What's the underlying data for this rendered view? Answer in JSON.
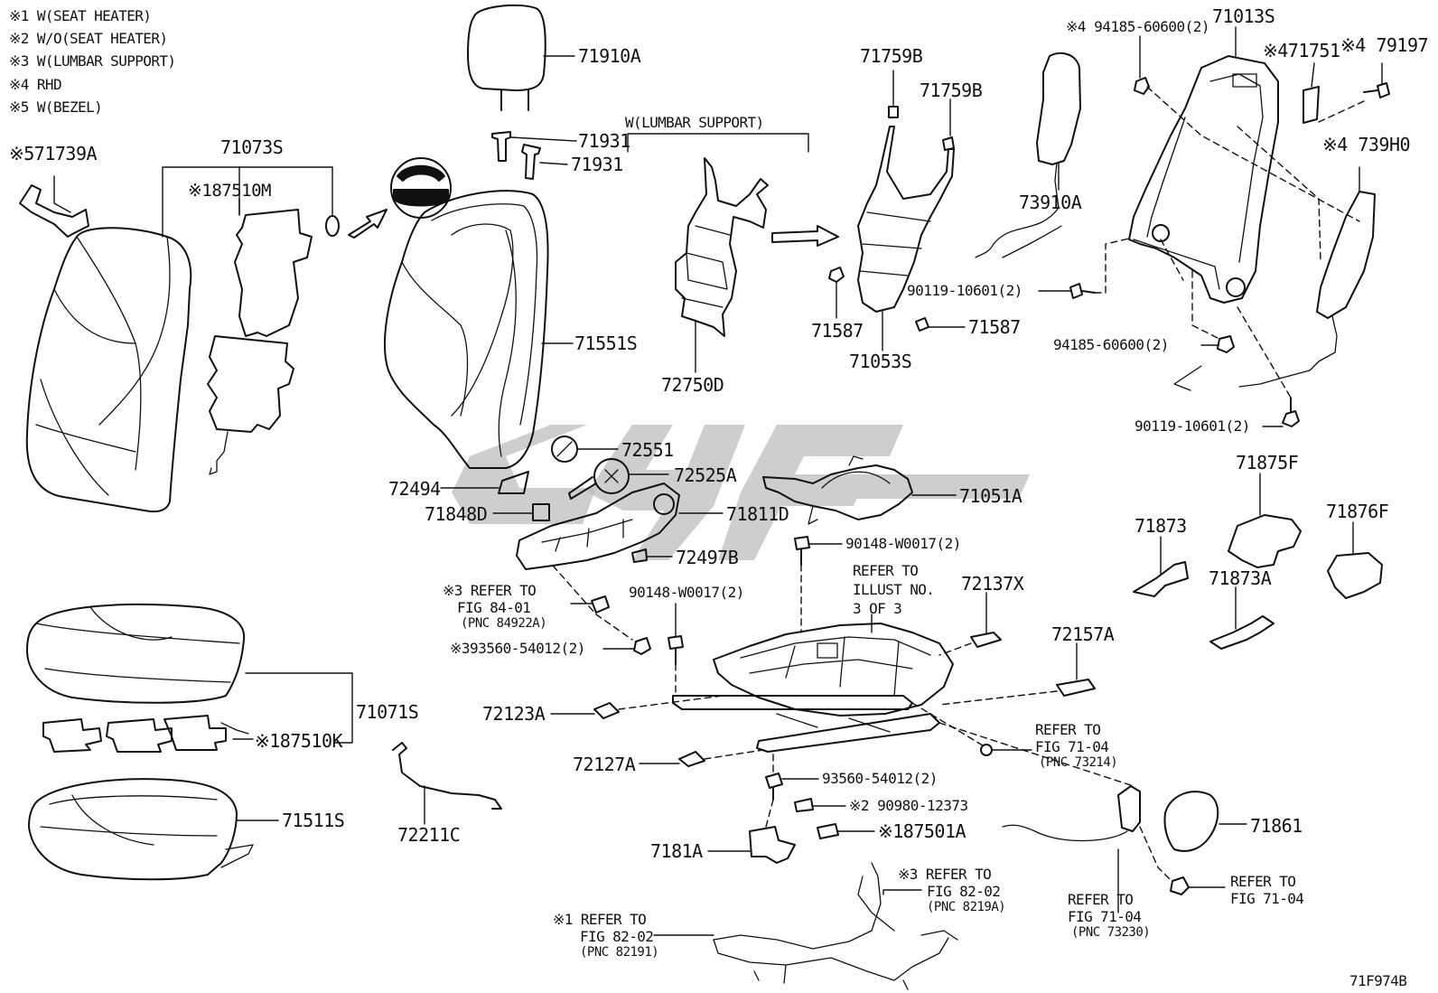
{
  "legend": [
    "※1 W(SEAT HEATER)",
    "※2 W/O(SEAT HEATER)",
    "※3 W(LUMBAR SUPPORT)",
    "※4 RHD",
    "※5 W(BEZEL)"
  ],
  "group_label": "W(LUMBAR SUPPORT)",
  "refer_illust": [
    "REFER TO",
    "ILLUST NO.",
    "3 OF 3"
  ],
  "parts": {
    "p71739A": "※571739A",
    "p71073S": "71073S",
    "p87510M": "※187510M",
    "p71910A": "71910A",
    "p71931a": "71931",
    "p71931b": "71931",
    "p71551S": "71551S",
    "p72750D": "72750D",
    "p71759Ba": "71759B",
    "p71759Bb": "71759B",
    "p71587a": "71587",
    "p71587b": "71587",
    "p90119a": "90119-10601(2)",
    "p71053S": "71053S",
    "p94185a": "※4 94185-60600(2)",
    "p71013S": "71013S",
    "p71751": "※471751",
    "p79197": "※4 79197",
    "p739H0": "※4 739H0",
    "p73910A": "73910A",
    "p94185b": "94185-60600(2)",
    "p90119b": "90119-10601(2)",
    "p72551": "72551",
    "p72525A": "72525A",
    "p72494": "72494",
    "p71848D": "71848D",
    "p71811D": "71811D",
    "p72497B": "72497B",
    "p71051A": "71051A",
    "p90148a": "90148-W0017(2)",
    "p90148b": "90148-W0017(2)",
    "p71875F": "71875F",
    "p71873": "71873",
    "p71876F": "71876F",
    "p71873A": "71873A",
    "p72137X": "72137X",
    "p72157A": "72157A",
    "p93560a": "※393560-54012(2)",
    "p71071S": "71071S",
    "p87510K": "※187510K",
    "p72123A": "72123A",
    "p72127A": "72127A",
    "p71511S": "71511S",
    "p72211C": "72211C",
    "p93560b": "93560-54012(2)",
    "p90980": "※2 90980-12373",
    "p87501A": "※187501A",
    "p7181A": "7181A",
    "p71861": "71861",
    "fig": "71F974B"
  },
  "refs": {
    "r8401": [
      "※3 REFER TO",
      "FIG 84-01",
      "(PNC 84922A)"
    ],
    "r7104a": [
      "REFER TO",
      "FIG 71-04",
      "(PNC 73214)"
    ],
    "r8202a": [
      "※3 REFER TO",
      "FIG 82-02",
      "(PNC 8219A)"
    ],
    "r8202b": [
      "※1 REFER TO",
      "FIG 82-02",
      "(PNC 82191)"
    ],
    "r7104b": [
      "REFER TO",
      "FIG 71-04",
      "(PNC 73230)"
    ],
    "r7104c": [
      "REFER TO",
      "FIG 71-04"
    ]
  }
}
